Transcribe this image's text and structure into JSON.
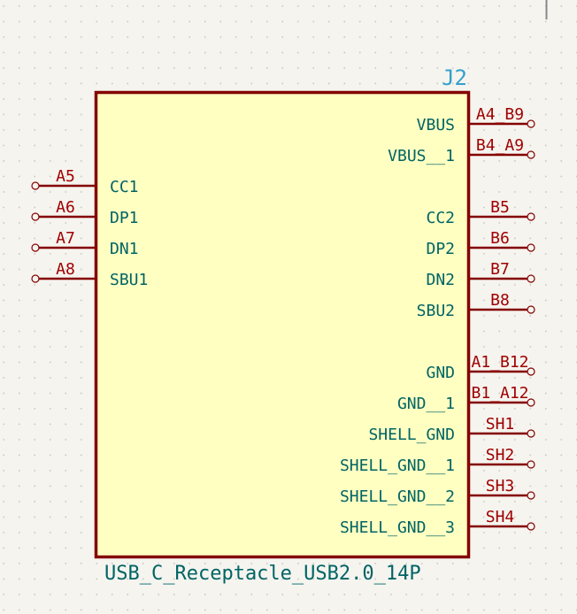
{
  "component": {
    "reference": "J2",
    "value": "USB_C_Receptacle_USB2.0_14P",
    "colors": {
      "body_fill": "#ffffc2",
      "body_outline": "#840000",
      "pin_line": "#840000",
      "pin_number": "#a00000",
      "pin_name": "#006464",
      "reference": "#33a0cc",
      "background": "#f5f4ef"
    }
  },
  "left_pins": [
    {
      "number": "A5",
      "name": "CC1"
    },
    {
      "number": "A6",
      "name": "DP1"
    },
    {
      "number": "A7",
      "name": "DN1"
    },
    {
      "number": "A8",
      "name": "SBU1"
    }
  ],
  "right_pins": [
    {
      "number": "A4_B9",
      "name": "VBUS"
    },
    {
      "number": "B4_A9",
      "name": "VBUS__1"
    },
    {
      "number": "B5",
      "name": "CC2"
    },
    {
      "number": "B6",
      "name": "DP2"
    },
    {
      "number": "B7",
      "name": "DN2"
    },
    {
      "number": "B8",
      "name": "SBU2"
    },
    {
      "number": "A1_B12",
      "name": "GND"
    },
    {
      "number": "B1_A12",
      "name": "GND__1"
    },
    {
      "number": "SH1",
      "name": "SHELL_GND"
    },
    {
      "number": "SH2",
      "name": "SHELL_GND__1"
    },
    {
      "number": "SH3",
      "name": "SHELL_GND__2"
    },
    {
      "number": "SH4",
      "name": "SHELL_GND__3"
    }
  ]
}
